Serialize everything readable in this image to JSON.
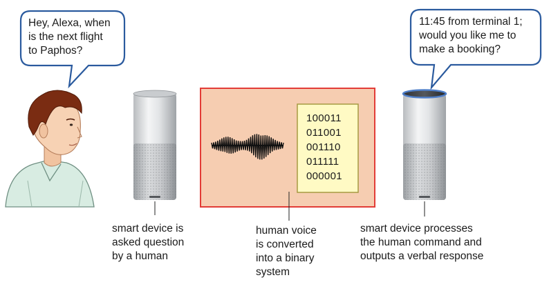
{
  "bubble_left": {
    "lines": [
      "Hey, Alexa, when",
      "is the next flight",
      "to Paphos?"
    ]
  },
  "bubble_right": {
    "lines": [
      "11:45 from terminal 1;",
      "would you like me to",
      "make a booking?"
    ]
  },
  "binary_card": {
    "lines": [
      "100011",
      "011001",
      "001110",
      "011111",
      "000001"
    ]
  },
  "captions": {
    "left": [
      "smart device is",
      "asked question",
      "by a human"
    ],
    "middle": [
      "human voice",
      "is converted",
      "into a binary",
      "system"
    ],
    "right": [
      "smart device processes",
      "the human command and",
      "outputs a verbal response"
    ]
  },
  "icons": {
    "person": "person-icon",
    "speaker_left": "smart-speaker-icon",
    "speaker_right": "smart-speaker-active-icon",
    "waveform": "sound-waveform-icon"
  },
  "colors": {
    "bubble_border": "#2a5a9e",
    "panel_fill": "#f6cdb1",
    "panel_border": "#e23b36",
    "card_fill": "#fffac4",
    "card_border": "#a69a42",
    "active_ring": "#4f7fc9"
  }
}
